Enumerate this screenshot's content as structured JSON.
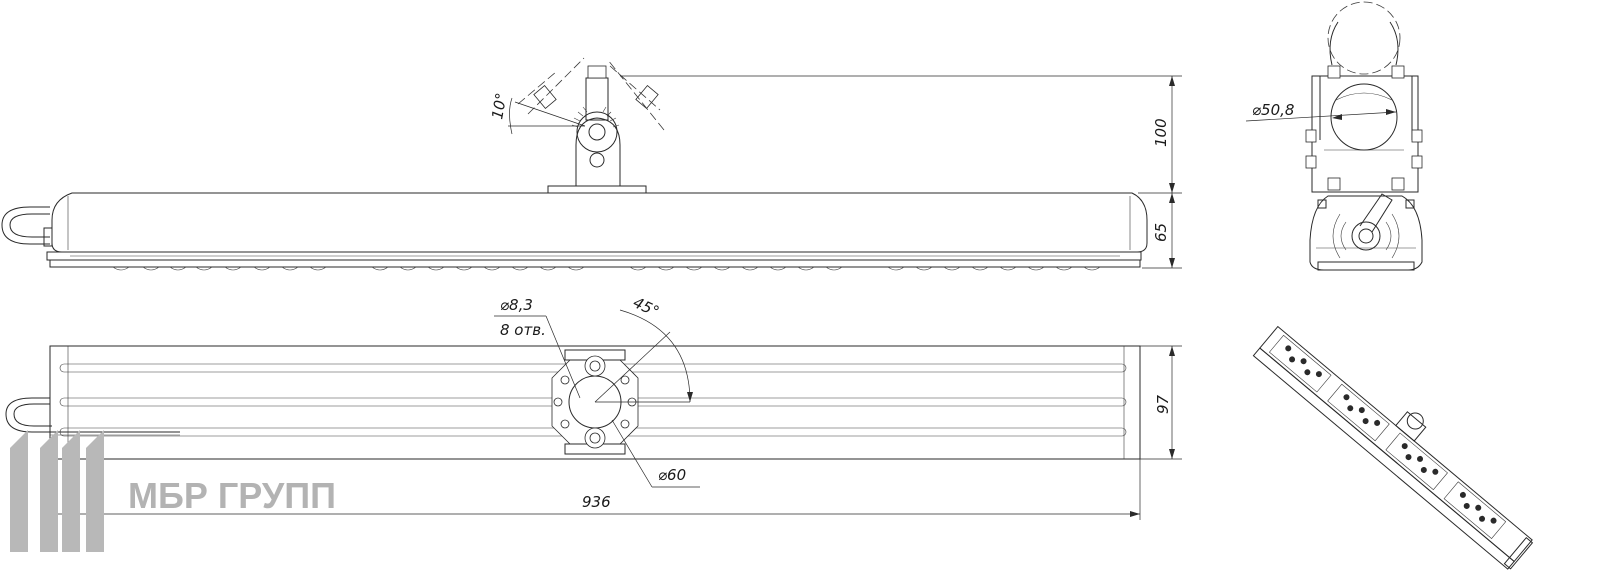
{
  "dimensions": {
    "height_top": "100",
    "height_body": "65",
    "angle_tilt": "10°",
    "width_side": "97",
    "length": "936",
    "hole_diameter": "⌀8,3",
    "hole_count": "8 отв.",
    "angle_hole": "45°",
    "bolt_circle": "⌀60",
    "tube_diameter": "⌀50,8"
  },
  "logo": {
    "text": "МБР ГРУПП"
  },
  "colors": {
    "line": "#2a2a2a",
    "logo": "#b3b3b3",
    "background": "#ffffff"
  }
}
